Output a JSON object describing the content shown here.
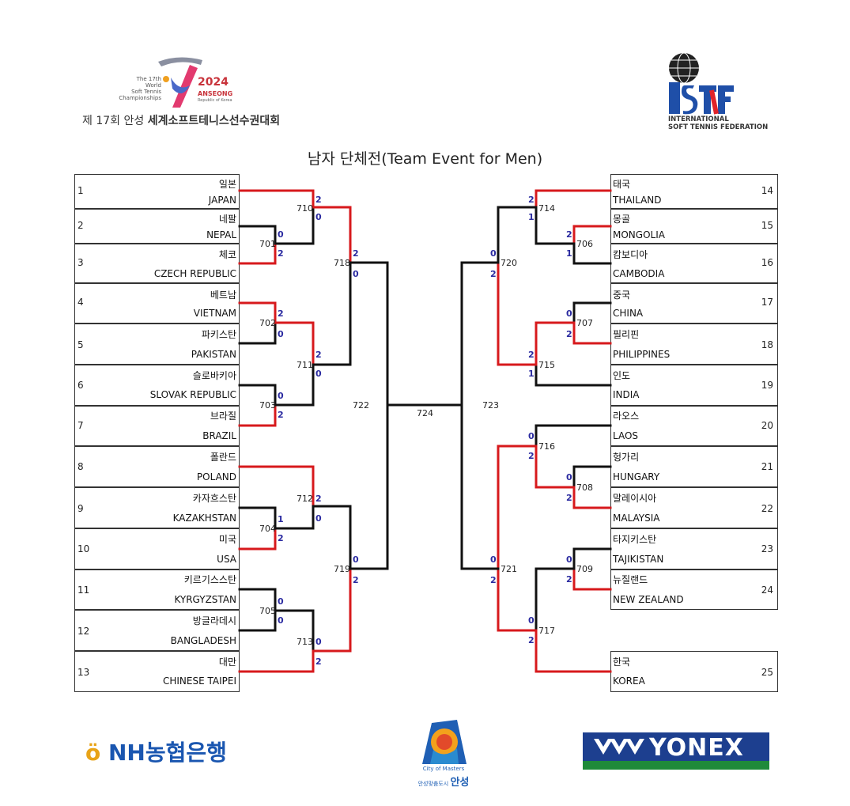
{
  "header": {
    "logo_left_lines": [
      "The 17th",
      "World",
      "Soft Tennis",
      "Championships"
    ],
    "logo_year": "2024",
    "logo_city": "ANSEONG",
    "logo_country": "Republic of Korea",
    "event_name_prefix": "제 17회 안성",
    "event_name_bold": "세계소프트테니스선수권대회",
    "federation_line1": "INTERNATIONAL",
    "federation_line2": "SOFT TENNIS FEDERATION"
  },
  "title": "남자 단체전(Team Event for Men)",
  "left_teams": [
    {
      "num": "1",
      "kr": "일본",
      "en": "JAPAN"
    },
    {
      "num": "2",
      "kr": "네팔",
      "en": "NEPAL"
    },
    {
      "num": "3",
      "kr": "체코",
      "en": "CZECH REPUBLIC"
    },
    {
      "num": "4",
      "kr": "베트남",
      "en": "VIETNAM"
    },
    {
      "num": "5",
      "kr": "파키스탄",
      "en": "PAKISTAN"
    },
    {
      "num": "6",
      "kr": "슬로바키아",
      "en": "SLOVAK REPUBLIC"
    },
    {
      "num": "7",
      "kr": "브라질",
      "en": "BRAZIL"
    },
    {
      "num": "8",
      "kr": "폴란드",
      "en": "POLAND"
    },
    {
      "num": "9",
      "kr": "카자흐스탄",
      "en": "KAZAKHSTAN"
    },
    {
      "num": "10",
      "kr": "미국",
      "en": "USA"
    },
    {
      "num": "11",
      "kr": "키르기스스탄",
      "en": "KYRGYZSTAN"
    },
    {
      "num": "12",
      "kr": "방글라데시",
      "en": "BANGLADESH"
    },
    {
      "num": "13",
      "kr": "대만",
      "en": "CHINESE TAIPEI"
    }
  ],
  "right_teams": [
    {
      "num": "14",
      "kr": "태국",
      "en": "THAILAND"
    },
    {
      "num": "15",
      "kr": "몽골",
      "en": "MONGOLIA"
    },
    {
      "num": "16",
      "kr": "캄보디아",
      "en": "CAMBODIA"
    },
    {
      "num": "17",
      "kr": "중국",
      "en": "CHINA"
    },
    {
      "num": "18",
      "kr": "필리핀",
      "en": "PHILIPPINES"
    },
    {
      "num": "19",
      "kr": "인도",
      "en": "INDIA"
    },
    {
      "num": "20",
      "kr": "라오스",
      "en": "LAOS"
    },
    {
      "num": "21",
      "kr": "헝가리",
      "en": "HUNGARY"
    },
    {
      "num": "22",
      "kr": "말레이시아",
      "en": "MALAYSIA"
    },
    {
      "num": "23",
      "kr": "타지키스탄",
      "en": "TAJIKISTAN"
    },
    {
      "num": "24",
      "kr": "뉴질랜드",
      "en": "NEW ZEALAND"
    },
    {
      "num": "25",
      "kr": "한국",
      "en": "KOREA"
    }
  ],
  "matches": {
    "m701": {
      "id": "701",
      "top": "0",
      "bottom": "2"
    },
    "m702": {
      "id": "702",
      "top": "2",
      "bottom": "0"
    },
    "m703": {
      "id": "703",
      "top": "0",
      "bottom": "2"
    },
    "m704": {
      "id": "704",
      "top": "1",
      "bottom": "2"
    },
    "m705": {
      "id": "705",
      "top": "0",
      "bottom": "0"
    },
    "m706": {
      "id": "706",
      "top": "2",
      "bottom": "1"
    },
    "m707": {
      "id": "707",
      "top": "0",
      "bottom": "2"
    },
    "m708": {
      "id": "708",
      "top": "0",
      "bottom": "2"
    },
    "m709": {
      "id": "709",
      "top": "0",
      "bottom": "2"
    },
    "m710": {
      "id": "710",
      "top": "2",
      "bottom": "0"
    },
    "m711": {
      "id": "711",
      "top": "2",
      "bottom": "0"
    },
    "m712": {
      "id": "712",
      "top": "2",
      "bottom": "0"
    },
    "m713": {
      "id": "713",
      "top": "0",
      "bottom": "2"
    },
    "m714": {
      "id": "714",
      "top": "2",
      "bottom": "1"
    },
    "m715": {
      "id": "715",
      "top": "2",
      "bottom": "1"
    },
    "m716": {
      "id": "716",
      "top": "0",
      "bottom": "2"
    },
    "m717": {
      "id": "717",
      "top": "0",
      "bottom": "2"
    },
    "m718": {
      "id": "718",
      "top": "2",
      "bottom": "0"
    },
    "m719": {
      "id": "719",
      "top": "0",
      "bottom": "2"
    },
    "m720": {
      "id": "720",
      "top": "0",
      "bottom": "2"
    },
    "m721": {
      "id": "721",
      "top": "0",
      "bottom": "2"
    },
    "m722": {
      "id": "722"
    },
    "m723": {
      "id": "723"
    },
    "m724": {
      "id": "724"
    }
  },
  "colors": {
    "winner_line": "#d7191c",
    "loser_line": "#111111",
    "score": "#2a2aa0"
  },
  "sponsors": {
    "nh_prefix": "ö",
    "nh_text": "NH농협은행",
    "city_tagline": "City of Masters",
    "city_name_prefix": "안성맞춤도시",
    "city_name": "안성",
    "yonex": "YONEX"
  }
}
